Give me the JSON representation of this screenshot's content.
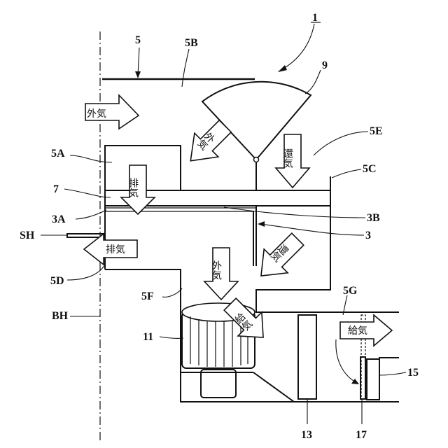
{
  "labels": {
    "num_1": "1",
    "num_5": "5",
    "num_5B": "5B",
    "num_9": "9",
    "num_5E": "5E",
    "num_5A": "5A",
    "num_5C": "5C",
    "num_7": "7",
    "num_3A": "3A",
    "num_3B": "3B",
    "num_3": "3",
    "num_SH": "SH",
    "num_5D": "5D",
    "num_5F": "5F",
    "num_BH": "BH",
    "num_5G": "5G",
    "num_11": "11",
    "num_15": "15",
    "num_13": "13",
    "num_17": "17"
  },
  "arrows": {
    "outside_air_top": "外気",
    "outside_air_diag": "外気",
    "return_air": "還気",
    "exhaust_down": "排気",
    "exhaust_left": "排気",
    "return_air_diag": "還気",
    "outside_air_down": "外気",
    "supply_air_diag": "給気",
    "supply_air_right": "給気"
  }
}
